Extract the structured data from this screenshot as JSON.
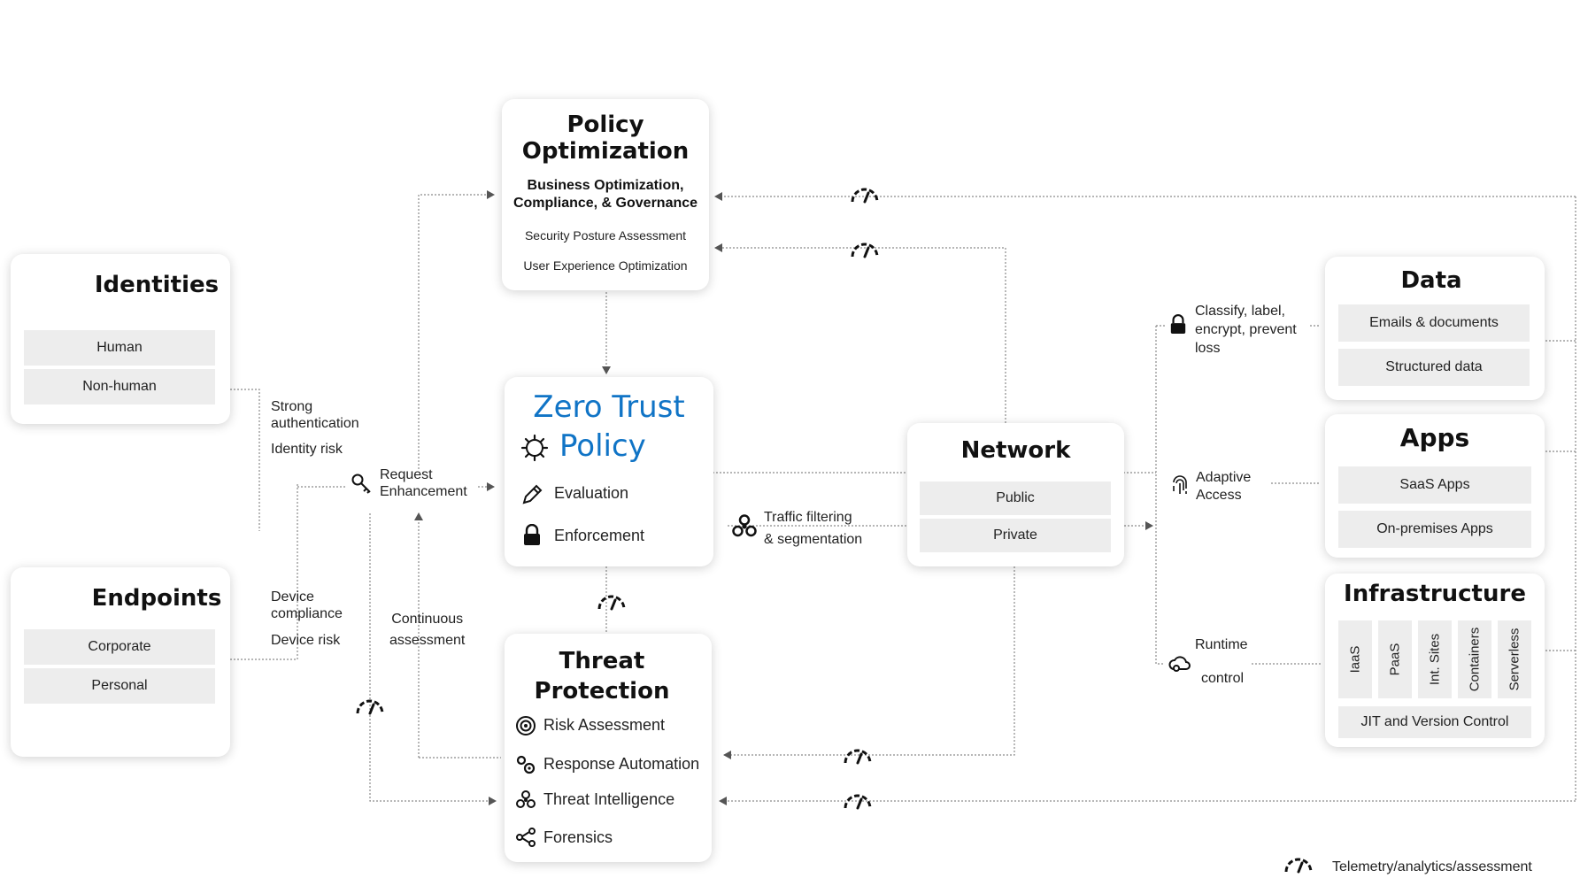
{
  "policy_optimization": {
    "title_line1": "Policy",
    "title_line2": "Optimization",
    "subtitle_line1": "Business Optimization,",
    "subtitle_line2": "Compliance, & Governance",
    "item1": "Security Posture Assessment",
    "item2": "User Experience Optimization"
  },
  "identities": {
    "title": "Identities",
    "items": [
      "Human",
      "Non-human"
    ]
  },
  "endpoints": {
    "title": "Endpoints",
    "items": [
      "Corporate",
      "Personal"
    ]
  },
  "zero_trust": {
    "title_line1": "Zero Trust",
    "title_line2": "Policy",
    "evaluation": "Evaluation",
    "enforcement": "Enforcement",
    "accent": "#1074c6"
  },
  "network": {
    "title": "Network",
    "items": [
      "Public",
      "Private"
    ]
  },
  "threat_protection": {
    "title_line1": "Threat",
    "title_line2": "Protection",
    "items": [
      "Risk Assessment",
      "Response Automation",
      "Threat Intelligence",
      "Forensics"
    ]
  },
  "data": {
    "title": "Data",
    "items": [
      "Emails & documents",
      "Structured data"
    ]
  },
  "apps": {
    "title": "Apps",
    "items": [
      "SaaS Apps",
      "On-premises Apps"
    ]
  },
  "infrastructure": {
    "title": "Infrastructure",
    "items": [
      "IaaS",
      "PaaS",
      "Int. Sites",
      "Containers",
      "Serverless"
    ],
    "footer": "JIT and Version Control"
  },
  "labels": {
    "strong_auth_1": "Strong",
    "strong_auth_2": "authentication",
    "identity_risk": "Identity risk",
    "request_1": "Request",
    "request_2": "Enhancement",
    "device_compliance_1": "Device",
    "device_compliance_2": "compliance",
    "device_risk": "Device risk",
    "continuous_1": "Continuous",
    "continuous_2": "assessment",
    "traffic_1": "Traffic filtering",
    "traffic_2": "& segmentation",
    "classify_1": "Classify, label,",
    "classify_2": "encrypt, prevent",
    "classify_3": "loss",
    "adaptive_1": "Adaptive",
    "adaptive_2": "Access",
    "runtime_1": "Runtime",
    "runtime_2": "control"
  },
  "legend": {
    "text": "Telemetry/analytics/assessment",
    "icon": "gauge-icon"
  }
}
